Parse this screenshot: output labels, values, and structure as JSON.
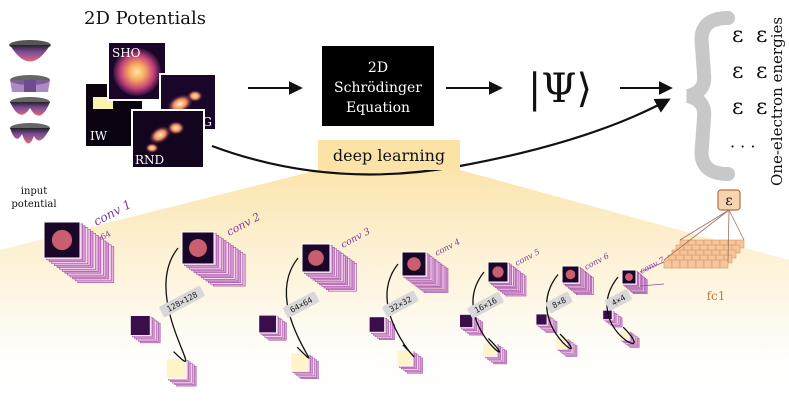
{
  "pipeline": {
    "title": "2D Potentials",
    "potential_labels": [
      "SHO",
      "IW",
      "DIG",
      "RND"
    ],
    "solver": [
      "2D",
      "Schrödinger",
      "Equation"
    ],
    "wavefunction": "|Ψ⟩",
    "epsilon": "ε",
    "dots": "· · ·",
    "energies_label": "One-electron energies",
    "deep_learning_label": "deep learning"
  },
  "network": {
    "input_label": [
      "input",
      "potential"
    ],
    "layers": [
      {
        "name": "conv 1",
        "channels": "64",
        "size": ""
      },
      {
        "name": "conv 2",
        "channels": "",
        "size": "128×128"
      },
      {
        "name": "conv 3",
        "channels": "",
        "size": "64×64"
      },
      {
        "name": "conv 4",
        "channels": "",
        "size": "32×32"
      },
      {
        "name": "conv 5",
        "channels": "",
        "size": "16×16"
      },
      {
        "name": "conv 6",
        "channels": "",
        "size": "8×8"
      },
      {
        "name": "conv 7",
        "channels": "",
        "size": "4×4"
      }
    ],
    "fc_label": "fc1",
    "output_symbol": "ε"
  },
  "colors": {
    "accent_purple": "#7b3a9a",
    "fc_orange": "#f2b47c",
    "brace_gray": "#c8c8c8",
    "glow": "#fbe3a8"
  }
}
